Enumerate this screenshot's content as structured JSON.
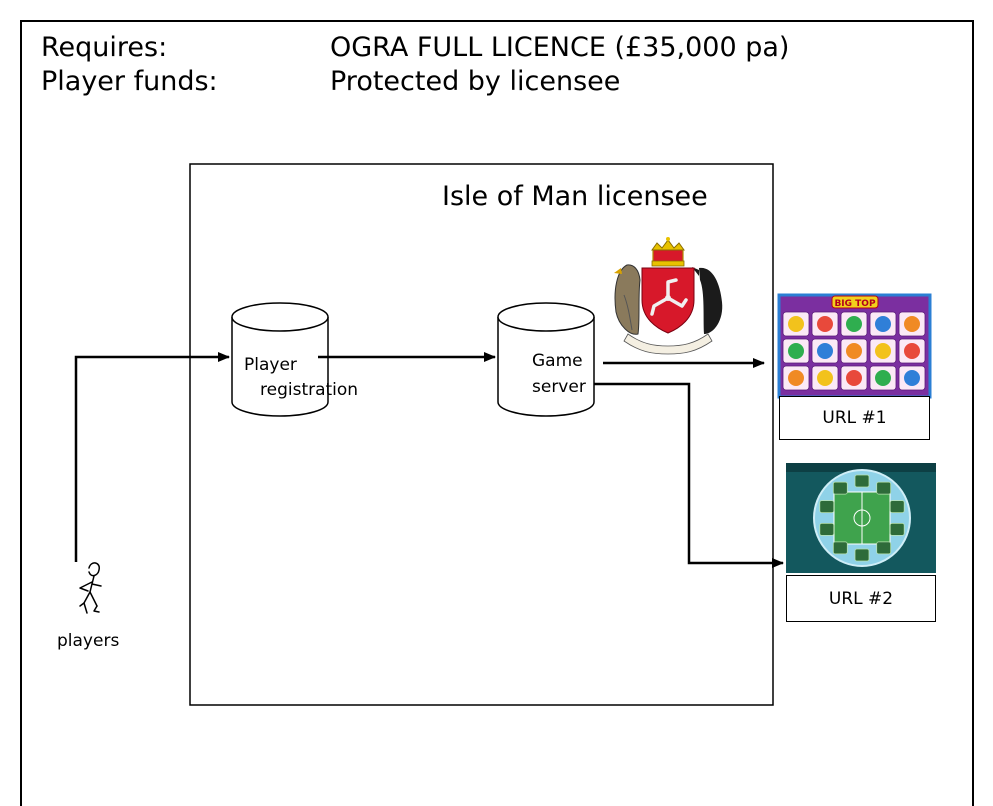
{
  "header": {
    "requires_label": "Requires:",
    "requires_value": "OGRA FULL LICENCE (£35,000 pa)",
    "funds_label": "Player funds:",
    "funds_value": "Protected by licensee"
  },
  "licensee_box": {
    "title": "Isle of Man licensee"
  },
  "nodes": {
    "registration": {
      "line1": "Player",
      "line2": "registration"
    },
    "game_server": {
      "line1": "Game",
      "line2": "server"
    }
  },
  "games": [
    {
      "url_label": "URL #1",
      "thumbnail_icon": "slot-machine-game-icon",
      "banner": "BIG TOP"
    },
    {
      "url_label": "URL #2",
      "thumbnail_icon": "football-pitch-game-icon"
    }
  ],
  "players": {
    "label": "players",
    "icon": "stick-figure-player-icon"
  },
  "emblem": {
    "icon": "isle-of-man-coat-of-arms-icon"
  },
  "colors": {
    "stroke": "#000000",
    "arms_red": "#d7182a",
    "slot_purple": "#7b2fa0",
    "pitch_green": "#3fa34d",
    "pitch_bg": "#13585e"
  }
}
